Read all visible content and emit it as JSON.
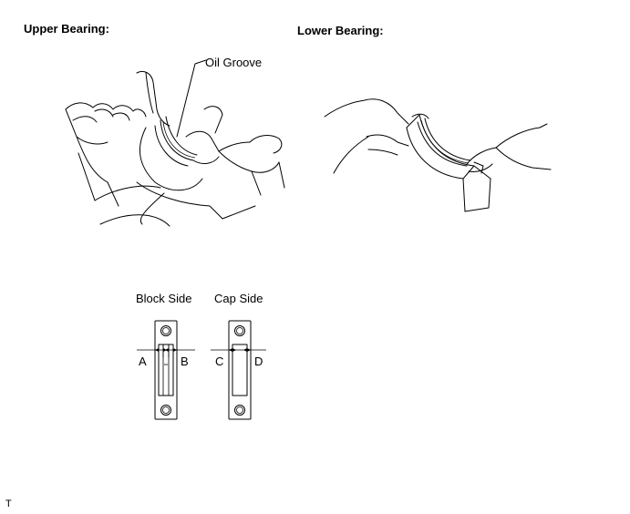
{
  "headings": {
    "upper": "Upper Bearing:",
    "lower": "Lower Bearing:"
  },
  "callouts": {
    "oil_groove": "Oil Groove"
  },
  "measure": {
    "block_side": "Block Side",
    "cap_side": "Cap Side",
    "a": "A",
    "b": "B",
    "c": "C",
    "d": "D"
  },
  "footer": {
    "code": "T"
  }
}
